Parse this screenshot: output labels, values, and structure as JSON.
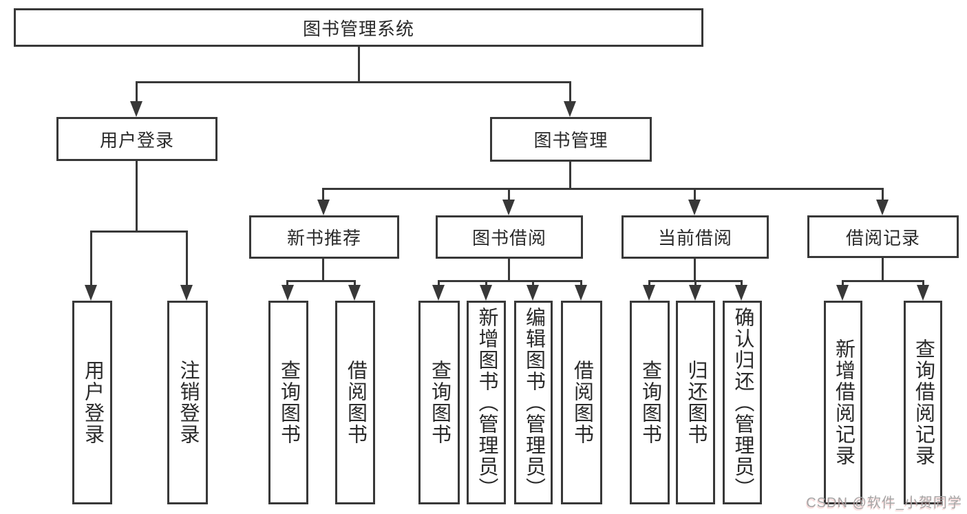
{
  "diagram": {
    "title": "图书管理系统",
    "branches": {
      "user_login": {
        "label": "用户登录",
        "children": [
          "用户登录",
          "注销登录"
        ]
      },
      "book_management": {
        "label": "图书管理",
        "groups": [
          {
            "label": "新书推荐",
            "children": [
              "查询图书",
              "借阅图书"
            ]
          },
          {
            "label": "图书借阅",
            "children": [
              "查询图书",
              "新增图书（管理员）",
              "编辑图书（管理员）",
              "借阅图书"
            ]
          },
          {
            "label": "当前借阅",
            "children": [
              "查询图书",
              "归还图书",
              "确认归还（管理员）"
            ]
          },
          {
            "label": "借阅记录",
            "children": [
              "新增借阅记录",
              "查询借阅记录"
            ]
          }
        ]
      }
    },
    "watermark": "CSDN @软件_小贺同学"
  },
  "colors": {
    "line": "#383838",
    "text": "#2a2a2a",
    "background": "#ffffff",
    "watermark_text": "#a6a6a6"
  }
}
